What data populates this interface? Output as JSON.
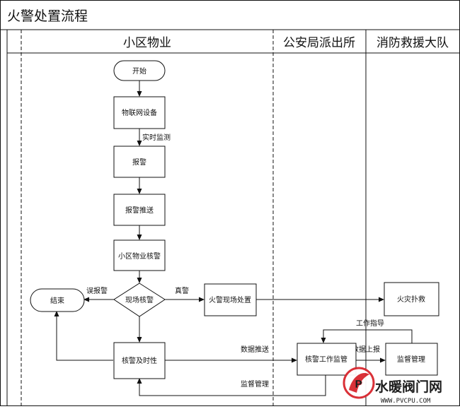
{
  "title": "火警处置流程",
  "lanes": {
    "property": "小区物业",
    "police": "公安局派出所",
    "fire": "消防救援大队"
  },
  "nodes": {
    "start": "开始",
    "iot": "物联网设备",
    "alarm": "报警",
    "push": "报警推送",
    "verify": "小区物业核警",
    "onsite": "现场核警",
    "end": "结束",
    "fire_handle": "火警现场处置",
    "timely": "核警及时性",
    "supervise": "核警工作监管",
    "fire_rescue": "火灾扑救",
    "monitor": "监督管理"
  },
  "edges": {
    "realtime": "实时监测",
    "false_alarm": "误报警",
    "true_alarm": "真警",
    "data_push": "数据推送",
    "supervise_mgmt": "监督管理",
    "work_guide": "工作指导",
    "data_report": "数据上报"
  },
  "watermark": {
    "brand": "水暖阀门网",
    "url": "WWW.PVCPU.COM"
  }
}
